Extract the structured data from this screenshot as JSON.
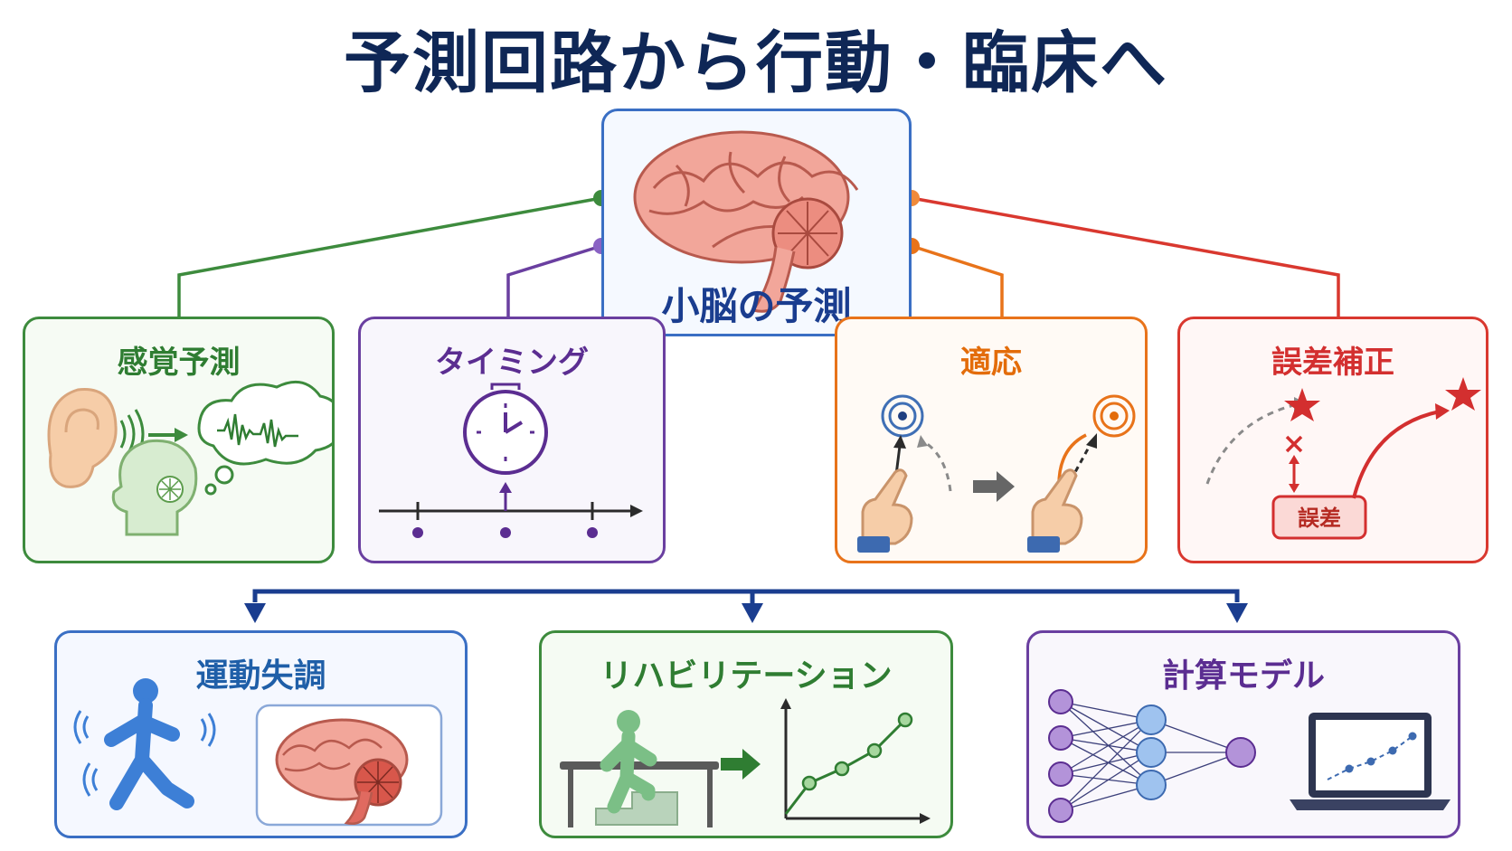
{
  "title": "予測回路から行動・臨床へ",
  "center": {
    "label": "小脳の予測"
  },
  "top_row": [
    {
      "label": "感覚予測",
      "color": "#2f7d32"
    },
    {
      "label": "タイミング",
      "color": "#5b2d91"
    },
    {
      "label": "適応",
      "color": "#e36c0a"
    },
    {
      "label": "誤差補正",
      "color": "#d32f2f",
      "badge": "誤差"
    }
  ],
  "bottom_row": [
    {
      "label": "運動失調",
      "color": "#1f5fa8"
    },
    {
      "label": "リハビリテーション",
      "color": "#2f7d32"
    },
    {
      "label": "計算モデル",
      "color": "#5b2d91"
    }
  ],
  "colors": {
    "title": "#0f2756",
    "center_border": "#3a6fc4",
    "bottom_connector": "#1a3d8f",
    "brain": "#f2a69a"
  },
  "icons": [
    "brain-icon",
    "ear-icon",
    "sound-wave-icon",
    "thought-bubble-icon",
    "head-icon",
    "clock-icon",
    "timeline-icon",
    "target-icon",
    "pointing-hand-icon",
    "star-icon",
    "cross-icon",
    "walking-person-icon",
    "treadmill-person-icon",
    "line-graph-icon",
    "neural-network-icon",
    "laptop-icon"
  ]
}
